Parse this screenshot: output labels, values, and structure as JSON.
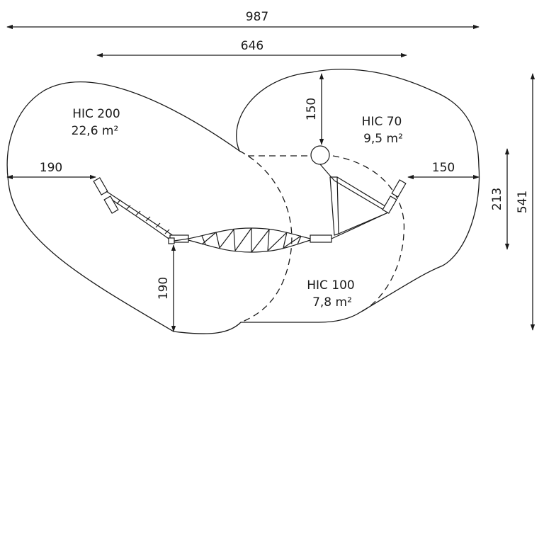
{
  "dimensions": {
    "total_width": "987",
    "inner_width": "646",
    "left_clearance": "190",
    "right_clearance": "150",
    "top_clearance": "150",
    "bottom_clearance": "190",
    "mid_height": "213",
    "total_height": "541"
  },
  "zones": [
    {
      "name": "HIC 200",
      "area": "22,6 m²"
    },
    {
      "name": "HIC 70",
      "area": "9,5 m²"
    },
    {
      "name": "HIC 100",
      "area": "7,8 m²"
    }
  ]
}
